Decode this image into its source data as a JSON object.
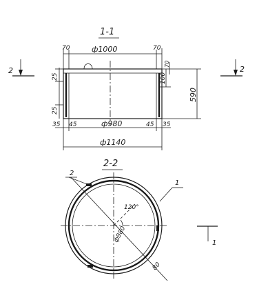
{
  "section_1": {
    "title": "1-1",
    "top_left_wall": "70",
    "top_diameter": "ф1000",
    "top_right_wall": "70",
    "right_inner_dim": "100",
    "right_small_dim": "70",
    "height_dim": "590",
    "left_top_dim": "25",
    "left_bottom_dim": "25",
    "bottom_left_outer": "35",
    "bottom_left_inner": "45",
    "inner_diameter": "ф980",
    "bottom_right_inner": "45",
    "bottom_right_outer": "35",
    "outer_diameter": "ф1140",
    "cut_mark_left": "2",
    "cut_mark_right": "2"
  },
  "section_2": {
    "title": "2-2",
    "leader_left": "2",
    "leader_right": "1",
    "angle_label": "120°",
    "radius_label": "ф980",
    "width_label": "80",
    "cut_mark_label": "1"
  }
}
